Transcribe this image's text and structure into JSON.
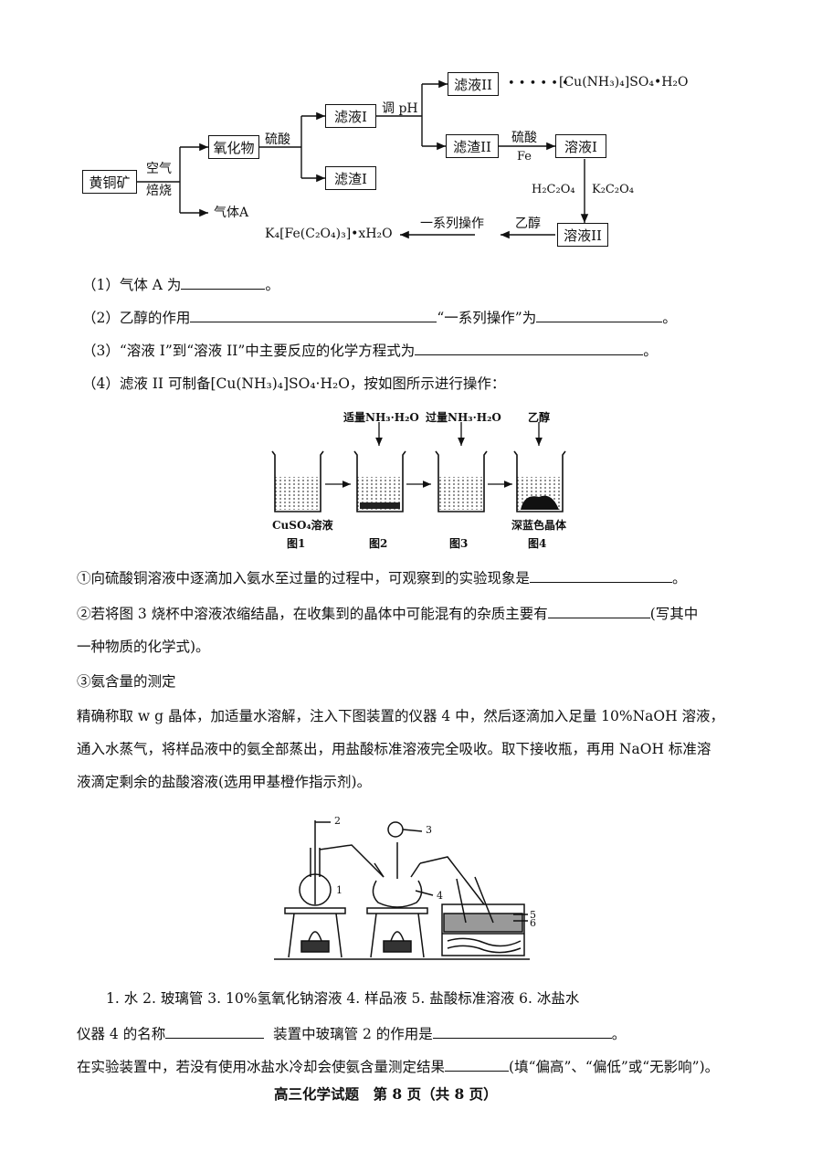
{
  "flow": {
    "ore": "黄铜矿",
    "air": "空气",
    "roast": "焙烧",
    "oxide": "氧化物",
    "gas_a": "气体A",
    "acid1": "硫酸",
    "filtrate1": "滤液I",
    "residue1": "滤渣I",
    "adjust_ph": "调 pH",
    "filtrate2": "滤液II",
    "dots": "• • • • • •",
    "product_cu": "[Cu(NH₃)₄]SO₄•H₂O",
    "residue2": "滤渣II",
    "acid2": "硫酸",
    "fe": "Fe",
    "solution1": "溶液I",
    "h2c2o4": "H₂C₂O₄",
    "k2c2o4": "K₂C₂O₄",
    "solution2": "溶液II",
    "ethanol": "乙醇",
    "series_ops": "一系列操作",
    "product_fe": "K₄[Fe(C₂O₄)₃]•xH₂O"
  },
  "questions": {
    "q1": "（1）气体 A 为",
    "q1_end": "。",
    "q2a": "（2）乙醇的作用",
    "q2b": "“一系列操作”为",
    "q2_end": "。",
    "q3": "（3）“溶液 I”到“溶液 II”中主要反应的化学方程式为",
    "q3_end": "。",
    "q4": "（4）滤液 II 可制备[Cu(NH₃)₄]SO₄·H₂O，按如图所示进行操作："
  },
  "beakers": {
    "top1": "适量NH₃·H₂O",
    "top2": "过量NH₃·H₂O",
    "top3": "乙醇",
    "bottom1": "CuSO₄溶液",
    "bottom4": "深蓝色晶体",
    "fig1": "图1",
    "fig2": "图2",
    "fig3": "图3",
    "fig4": "图4"
  },
  "sub": {
    "s1": "①向硫酸铜溶液中逐滴加入氨水至过量的过程中，可观察到的实验现象是",
    "s1_end": "。",
    "s2a": "②若将图 3 烧杯中溶液浓缩结晶，在收集到的晶体中可能混有的杂质主要有",
    "s2b": "(写其中",
    "s2c": "一种物质的化学式)。",
    "s3": "③氨含量的测定",
    "p1": "精确称取 w g 晶体，加适量水溶解，注入下图装置的仪器 4 中，然后逐滴加入足量 10%NaOH 溶液，",
    "p2": "通入水蒸气，将样品液中的氨全部蒸出，用盐酸标准溶液完全吸收。取下接收瓶，再用 NaOH 标准溶",
    "p3": "液滴定剩余的盐酸溶液(选用甲基橙作指示剂)。"
  },
  "apparatus": {
    "n1": "1",
    "n2": "2",
    "n3": "3",
    "n4": "4",
    "n5": "5",
    "n6": "6",
    "legend": "1. 水 2. 玻璃管 3. 10%氢氧化钠溶液 4. 样品液 5. 盐酸标准溶液 6. 冰盐水"
  },
  "final": {
    "f1a": "仪器 4 的名称",
    "f1b": "装置中玻璃管 2 的作用是",
    "f1_end": "。",
    "f2a": "在实验装置中，若没有使用冰盐水冷却会使氨含量测定结果",
    "f2b": "(填“偏高”、“偏低”或“无影响”)。"
  },
  "footer": "高三化学试题　第 8 页（共 8 页）"
}
